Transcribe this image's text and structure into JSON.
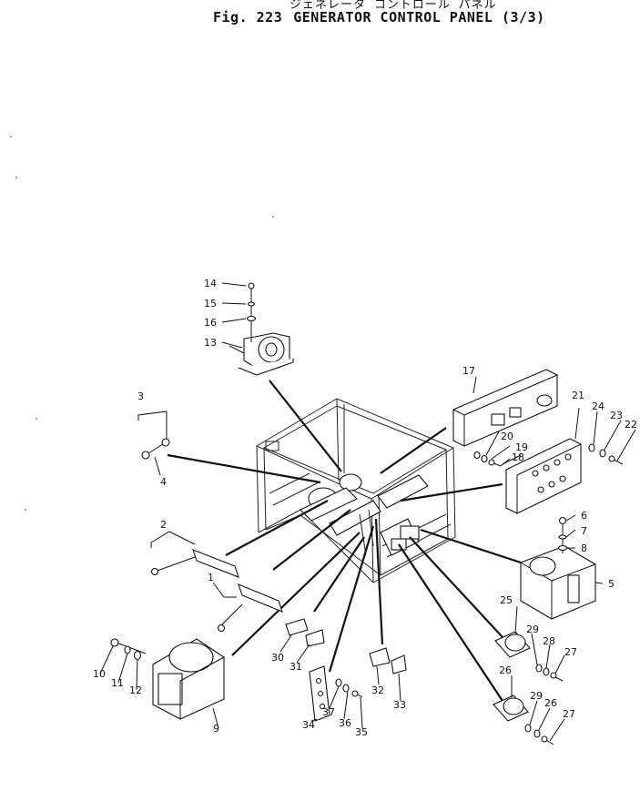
{
  "header": {
    "subtitle_jp": "ジェネレータ コントロール パネル",
    "fig_label": "Fig. 223",
    "title": "GENERATOR CONTROL PANEL (3/3)"
  },
  "callouts": [
    "1",
    "2",
    "3",
    "4",
    "5",
    "6",
    "7",
    "8",
    "9",
    "10",
    "11",
    "12",
    "13",
    "14",
    "15",
    "16",
    "17",
    "18",
    "19",
    "20",
    "21",
    "22",
    "23",
    "24",
    "25",
    "26",
    "26",
    "27",
    "27",
    "28",
    "29",
    "29",
    "30",
    "31",
    "32",
    "33",
    "34",
    "35",
    "36",
    "37"
  ]
}
